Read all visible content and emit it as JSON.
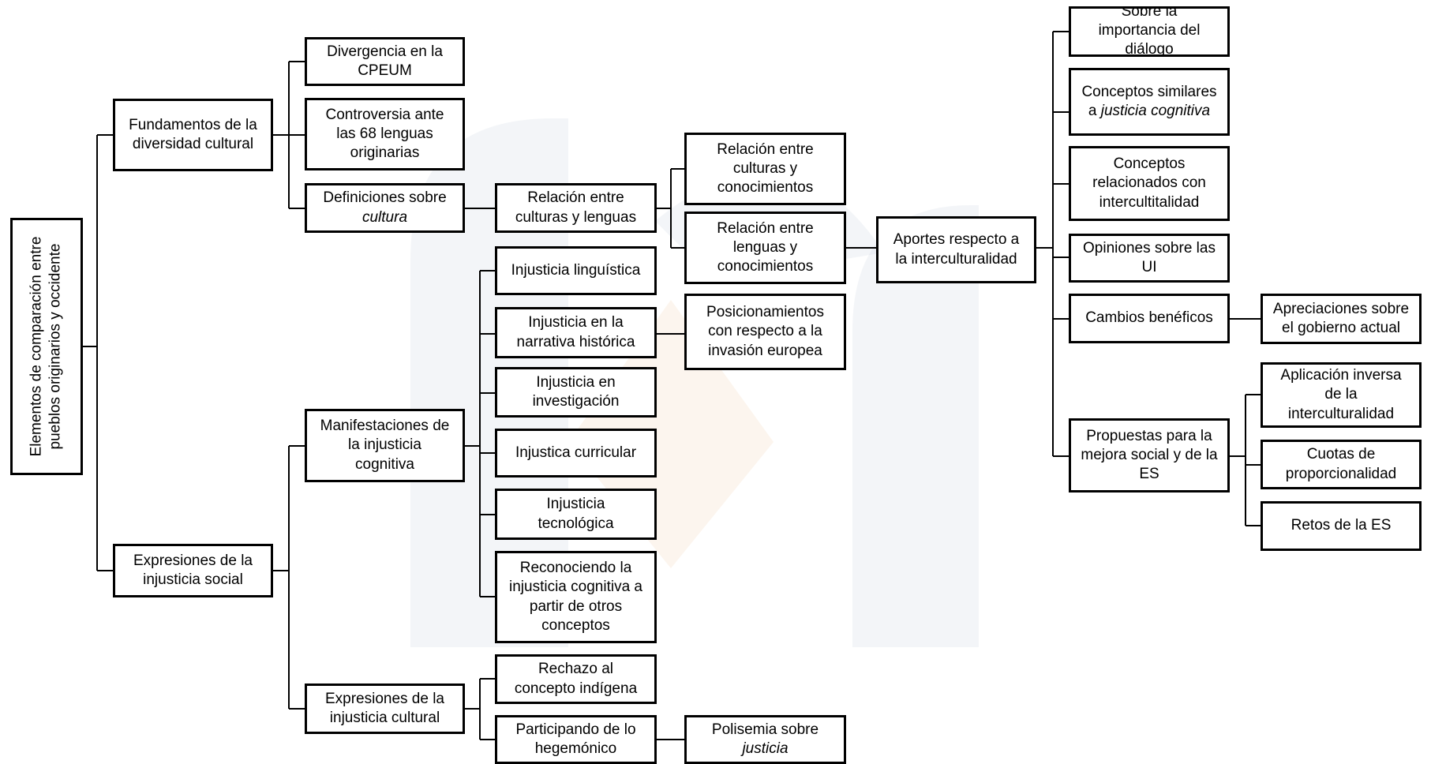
{
  "diagram": {
    "root": {
      "lines": [
        "Elementos de comparación",
        "entre pueblos originarios y",
        "occidente"
      ]
    },
    "n_fund": {
      "lines": [
        "Fundamentos de la",
        "diversidad cultural"
      ]
    },
    "n_expr_social": {
      "lines": [
        "Expresiones de la",
        "injusticia social"
      ]
    },
    "n_divergencia": {
      "lines": [
        "Divergencia en la",
        "CPEUM"
      ]
    },
    "n_controversia": {
      "lines": [
        "Controversia ante",
        "las 68 lenguas",
        "originarias"
      ]
    },
    "n_definiciones": {
      "line1": "Definiciones sobre",
      "italic": "cultura"
    },
    "n_rel_cult_leng": {
      "lines": [
        "Relación entre",
        "culturas y lenguas"
      ]
    },
    "n_rel_cult_conoc": {
      "lines": [
        "Relación entre",
        "culturas y",
        "conocimientos"
      ]
    },
    "n_rel_leng_conoc": {
      "lines": [
        "Relación entre",
        "lenguas y",
        "conocimientos"
      ]
    },
    "n_aportes": {
      "lines": [
        "Aportes respecto a",
        "la interculturalidad"
      ]
    },
    "n_sobre_importancia": {
      "lines": [
        "Sobre la",
        "importancia del",
        "diálogo"
      ]
    },
    "n_conceptos_similares": {
      "line1": "Conceptos similares",
      "prefix": "a ",
      "italic": "justicia cognitiva"
    },
    "n_conceptos_relacionados": {
      "lines": [
        "Conceptos",
        "relacionados con",
        "intercultitalidad"
      ]
    },
    "n_opiniones": {
      "lines": [
        "Opiniones sobre las",
        "UI"
      ]
    },
    "n_cambios": {
      "lines": [
        "Cambios benéficos"
      ]
    },
    "n_apreciaciones": {
      "lines": [
        "Apreciaciones sobre",
        "el gobierno actual"
      ]
    },
    "n_propuestas": {
      "lines": [
        "Propuestas para la",
        "mejora social y de la",
        "ES"
      ]
    },
    "n_aplicacion": {
      "lines": [
        "Aplicación inversa",
        "de la",
        "interculturalidad"
      ]
    },
    "n_cuotas": {
      "lines": [
        "Cuotas de",
        "proporcionalidad"
      ]
    },
    "n_retos": {
      "lines": [
        "Retos de la ES"
      ]
    },
    "n_manifestaciones": {
      "lines": [
        "Manifestaciones de",
        "la injusticia",
        "cognitiva"
      ]
    },
    "n_inj_linguistica": {
      "lines": [
        "Injusticia linguística"
      ]
    },
    "n_inj_narrativa": {
      "lines": [
        "Injusticia en la",
        "narrativa histórica"
      ]
    },
    "n_posicionamientos": {
      "lines": [
        "Posicionamientos",
        "con respecto a la",
        "invasión europea"
      ]
    },
    "n_inj_investigacion": {
      "lines": [
        "Injusticia en",
        "investigación"
      ]
    },
    "n_inj_curricular": {
      "lines": [
        "Injustica curricular"
      ]
    },
    "n_inj_tecnologica": {
      "lines": [
        "Injusticia",
        "tecnológica"
      ]
    },
    "n_reconociendo": {
      "lines": [
        "Reconociendo la",
        "injusticia cognitiva a",
        "partir de otros",
        "conceptos"
      ]
    },
    "n_expr_cultural": {
      "lines": [
        "Expresiones de la",
        "injusticia cultural"
      ]
    },
    "n_rechazo": {
      "lines": [
        "Rechazo al",
        "concepto indígena"
      ]
    },
    "n_participando": {
      "lines": [
        "Participando de lo",
        "hegemónico"
      ]
    },
    "n_polisemia": {
      "line1": "Polisemia sobre",
      "italic": "justicia"
    }
  }
}
